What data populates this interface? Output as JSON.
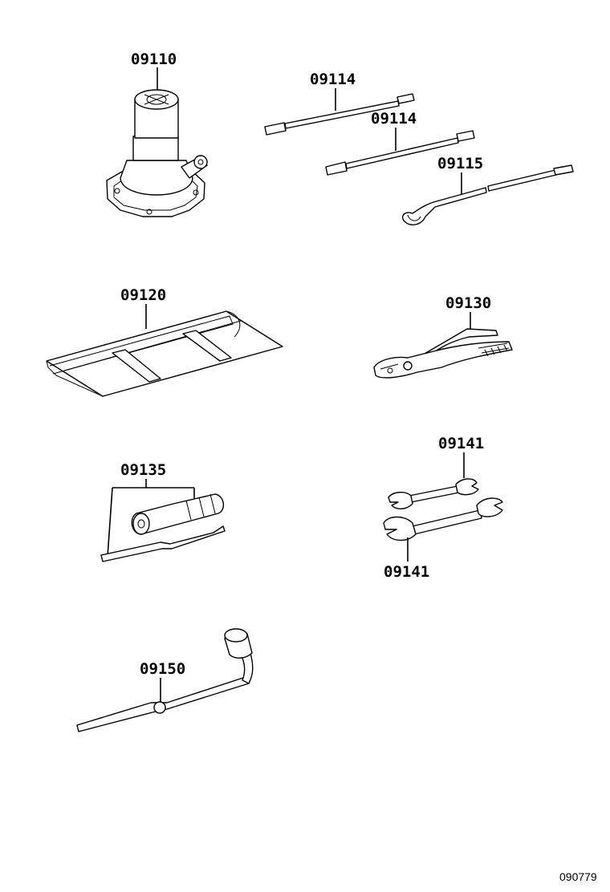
{
  "labels": {
    "jack": "09110",
    "jack_handle_1": "09114",
    "jack_handle_2": "09114",
    "jack_handle_3": "09115",
    "tool_bag": "09120",
    "pliers": "09130",
    "screwdriver": "09135",
    "wrench_upper": "09141",
    "wrench_lower": "09141",
    "wheel_wrench": "09150"
  },
  "diagram_code": "090779"
}
